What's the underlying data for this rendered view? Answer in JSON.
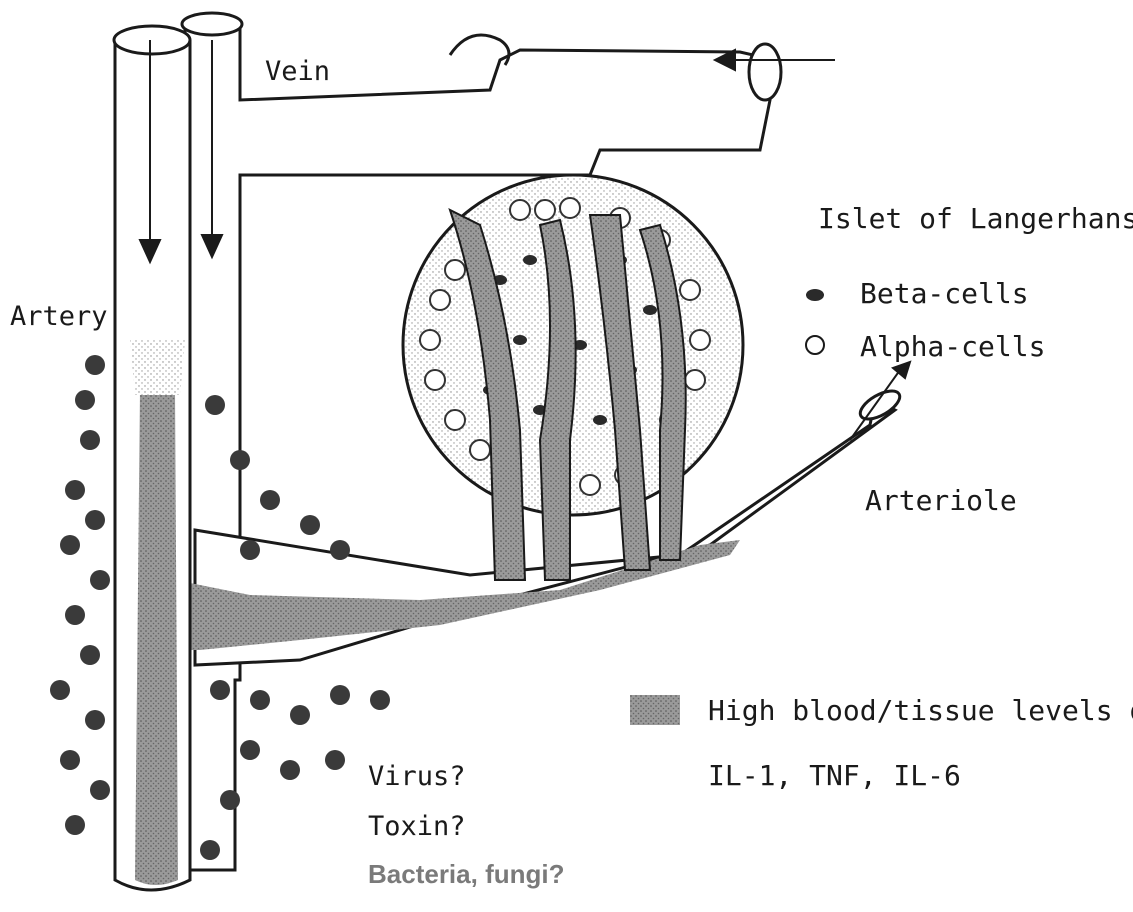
{
  "labels": {
    "vein": "Vein",
    "artery": "Artery",
    "islet": "Islet of Langerhans",
    "beta": "Beta-cells",
    "alpha": "Alpha-cells",
    "arteriole": "Arteriole",
    "legend_line1": "High blood/tissue levels of",
    "legend_line2": "IL-1, TNF, IL-6",
    "virus": "Virus?",
    "toxin": "Toxin?",
    "bacteria": "Bacteria, fungi?"
  },
  "colors": {
    "ink": "#1a1a1a",
    "cytokine": "#7d7d7d",
    "background": "#ffffff",
    "sans_label": "#7a7a7a"
  }
}
